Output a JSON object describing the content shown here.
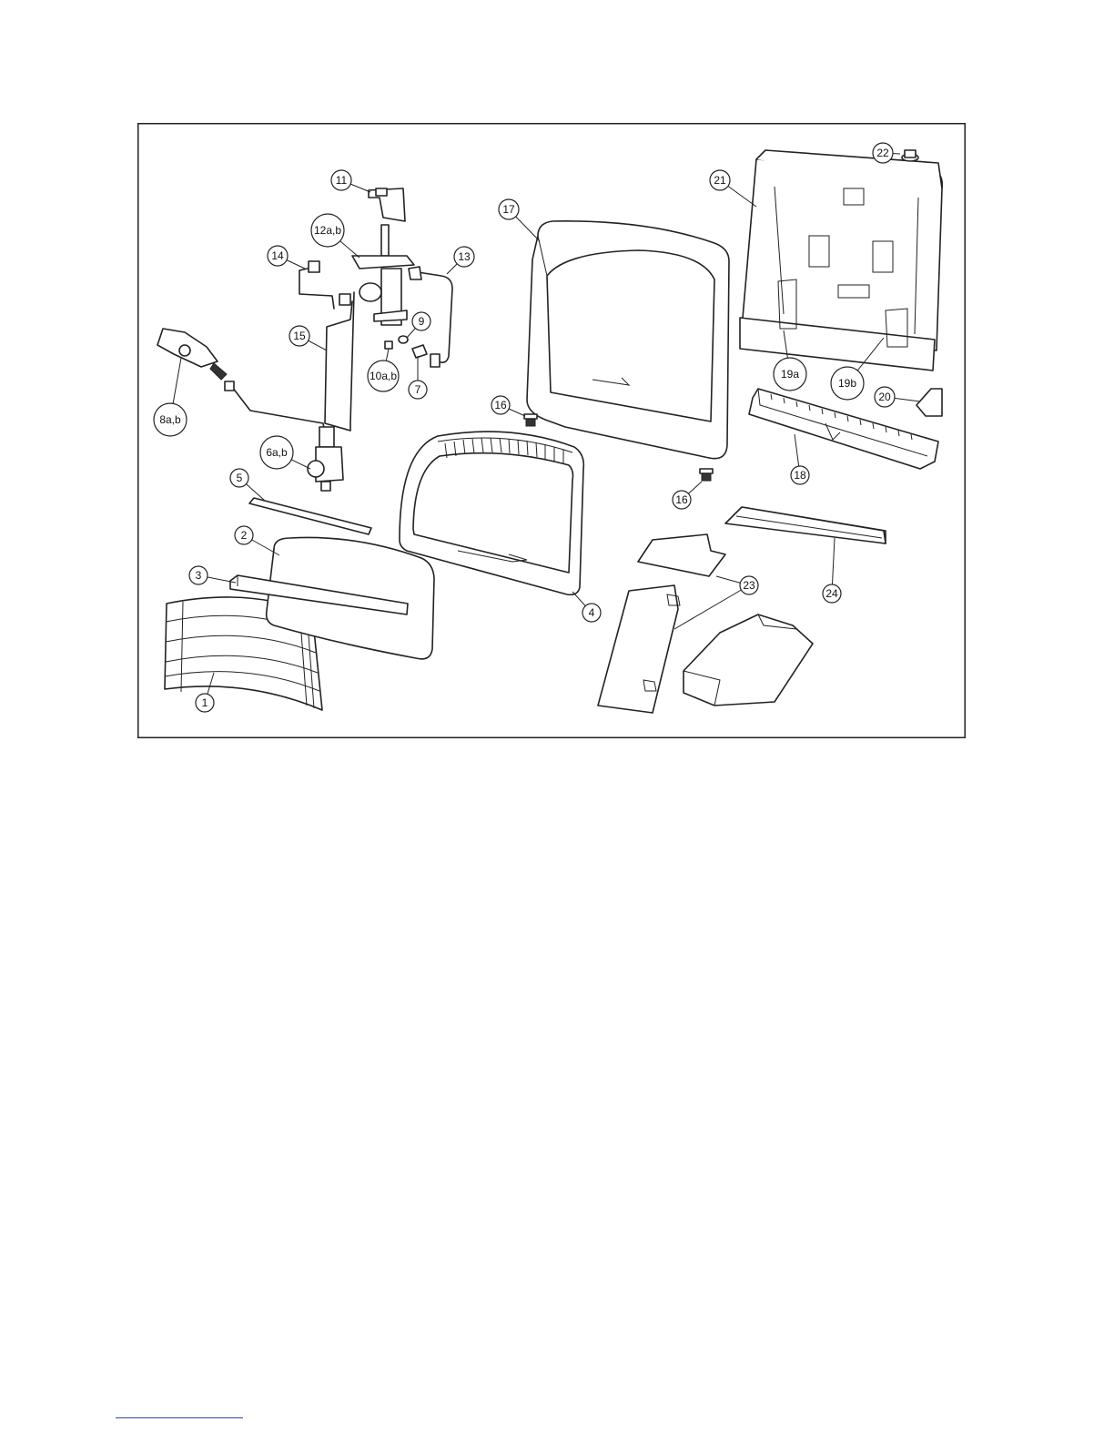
{
  "callouts": [
    {
      "label": "1"
    },
    {
      "label": "2"
    },
    {
      "label": "3"
    },
    {
      "label": "4"
    },
    {
      "label": "5"
    },
    {
      "label": "6a,b"
    },
    {
      "label": "7"
    },
    {
      "label": "8a,b"
    },
    {
      "label": "9"
    },
    {
      "label": "10a,b"
    },
    {
      "label": "11"
    },
    {
      "label": "12a,b"
    },
    {
      "label": "13"
    },
    {
      "label": "14"
    },
    {
      "label": "15"
    },
    {
      "label": "16"
    },
    {
      "label": "16"
    },
    {
      "label": "17"
    },
    {
      "label": "18"
    },
    {
      "label": "19a"
    },
    {
      "label": "19b"
    },
    {
      "label": "20"
    },
    {
      "label": "21"
    },
    {
      "label": "22"
    },
    {
      "label": "23"
    },
    {
      "label": "24"
    }
  ]
}
